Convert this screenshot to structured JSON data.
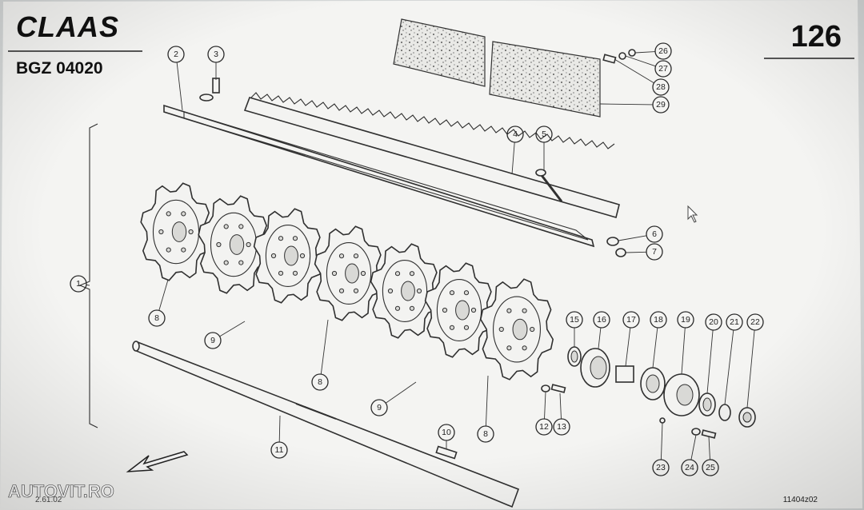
{
  "header": {
    "brand_logo": "CLAAS",
    "doc_code": "BGZ 04020",
    "page_number": "126"
  },
  "footer": {
    "drawing_code": "11404z02",
    "left_code_partial": "2.61.02",
    "watermark": "AUTOVIT.RO"
  },
  "callouts": [
    {
      "id": "1",
      "label": "1"
    },
    {
      "id": "2",
      "label": "2"
    },
    {
      "id": "3",
      "label": "3"
    },
    {
      "id": "4",
      "label": "4"
    },
    {
      "id": "5",
      "label": "5"
    },
    {
      "id": "6",
      "label": "6"
    },
    {
      "id": "7",
      "label": "7"
    },
    {
      "id": "8a",
      "label": "8"
    },
    {
      "id": "8b",
      "label": "8"
    },
    {
      "id": "8c",
      "label": "8"
    },
    {
      "id": "9a",
      "label": "9"
    },
    {
      "id": "9b",
      "label": "9"
    },
    {
      "id": "10",
      "label": "10"
    },
    {
      "id": "11",
      "label": "11"
    },
    {
      "id": "12",
      "label": "12"
    },
    {
      "id": "13",
      "label": "13"
    },
    {
      "id": "15",
      "label": "15"
    },
    {
      "id": "16",
      "label": "16"
    },
    {
      "id": "17",
      "label": "17"
    },
    {
      "id": "18",
      "label": "18"
    },
    {
      "id": "19",
      "label": "19"
    },
    {
      "id": "20",
      "label": "20"
    },
    {
      "id": "21",
      "label": "21"
    },
    {
      "id": "22",
      "label": "22"
    },
    {
      "id": "23",
      "label": "23"
    },
    {
      "id": "24",
      "label": "24"
    },
    {
      "id": "25",
      "label": "25"
    },
    {
      "id": "26",
      "label": "26"
    },
    {
      "id": "27",
      "label": "27"
    },
    {
      "id": "28",
      "label": "28"
    },
    {
      "id": "29",
      "label": "29"
    }
  ],
  "colors": {
    "paper": "#f4f4f2",
    "ink": "#2a2a2a",
    "frame": "#d9dcdc"
  }
}
